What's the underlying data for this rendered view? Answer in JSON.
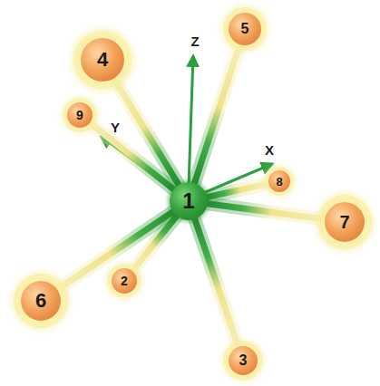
{
  "diagram": {
    "nodes": [
      {
        "text": [
          "5"
        ]
      },
      {
        "text": [
          "4"
        ]
      },
      {
        "text": [
          "9"
        ]
      },
      {
        "text": [
          "8"
        ]
      },
      {
        "text": [
          "1"
        ]
      },
      {
        "text": [
          "7"
        ]
      },
      {
        "text": [
          "2"
        ]
      },
      {
        "text": [
          "6"
        ]
      },
      {
        "text": [
          "3"
        ]
      }
    ],
    "edges": [
      {
        "from": 4,
        "to": 0,
        "arrow": "none"
      },
      {
        "from": 4,
        "to": 1,
        "arrow": "none"
      },
      {
        "from": 4,
        "to": 2,
        "arrow": "none"
      },
      {
        "from": 4,
        "to": 3,
        "arrow": "none"
      },
      {
        "from": 4,
        "to": 5,
        "arrow": "none"
      },
      {
        "from": 4,
        "to": 6,
        "arrow": "none"
      },
      {
        "from": 4,
        "to": 7,
        "arrow": "none"
      },
      {
        "from": 4,
        "to": 8,
        "arrow": "none"
      }
    ],
    "labels": [
      "Z",
      "Y",
      "X"
    ]
  }
}
